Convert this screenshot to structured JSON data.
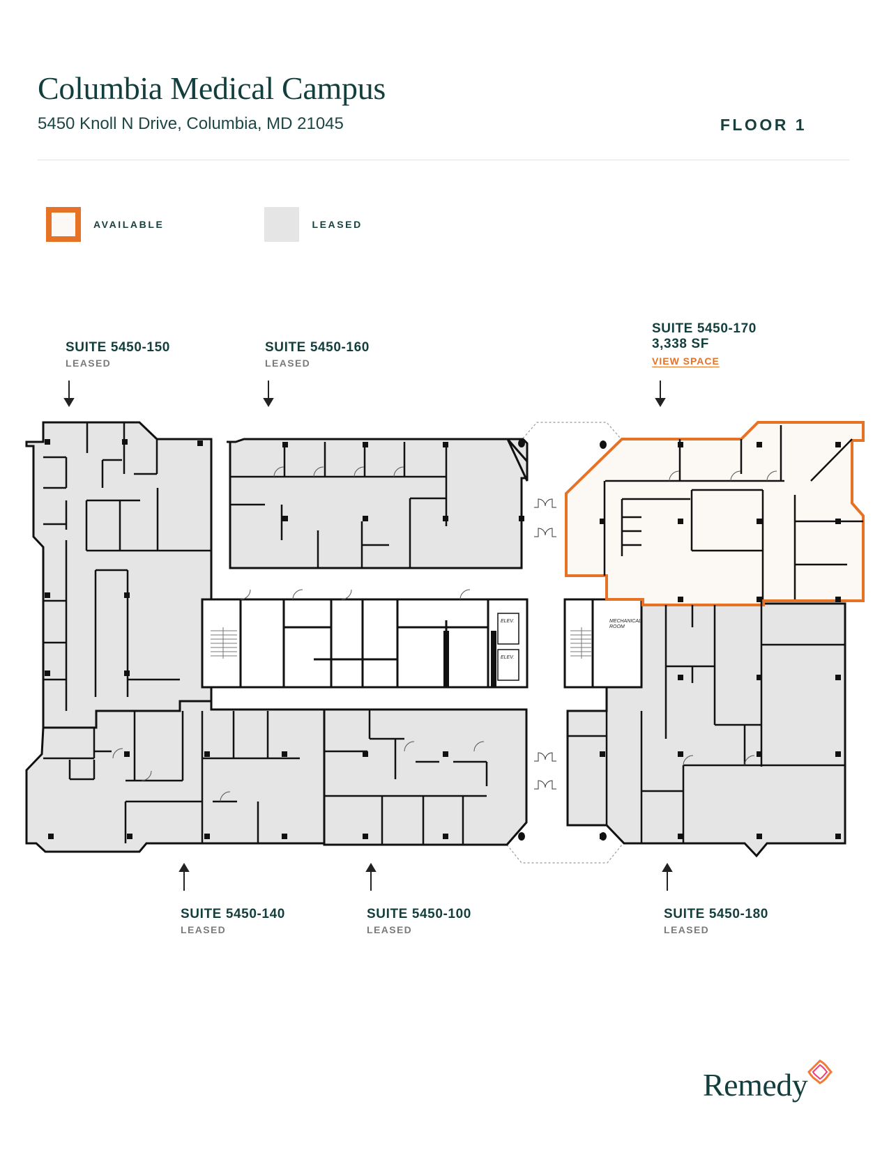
{
  "header": {
    "title": "Columbia Medical Campus",
    "address": "5450 Knoll N Drive, Columbia, MD 21045",
    "floor": "FLOOR 1"
  },
  "legend": {
    "items": [
      {
        "label": "AVAILABLE",
        "swatch": "orange-outline"
      },
      {
        "label": "LEASED",
        "swatch": "gray-fill"
      }
    ]
  },
  "suites": {
    "s150": {
      "name": "SUITE 5450-150",
      "status": "LEASED"
    },
    "s160": {
      "name": "SUITE 5450-160",
      "status": "LEASED"
    },
    "s170": {
      "name": "SUITE 5450-170",
      "area": "3,338 SF",
      "link": "VIEW SPACE",
      "status": "AVAILABLE"
    },
    "s140": {
      "name": "SUITE 5450-140",
      "status": "LEASED"
    },
    "s100": {
      "name": "SUITE 5450-100",
      "status": "LEASED"
    },
    "s180": {
      "name": "SUITE 5450-180",
      "status": "LEASED"
    }
  },
  "plan_labels": {
    "elev1": "ELEV.",
    "elev2": "ELEV.",
    "mech1": "MECHANICAL",
    "mech2": "ROOM"
  },
  "colors": {
    "brand_dark": "#123f3d",
    "available": "#e67226",
    "available_fill": "#fcf8f4",
    "leased_fill": "#e5e5e5",
    "wall": "#111111"
  },
  "logo": {
    "text": "Remedy"
  }
}
